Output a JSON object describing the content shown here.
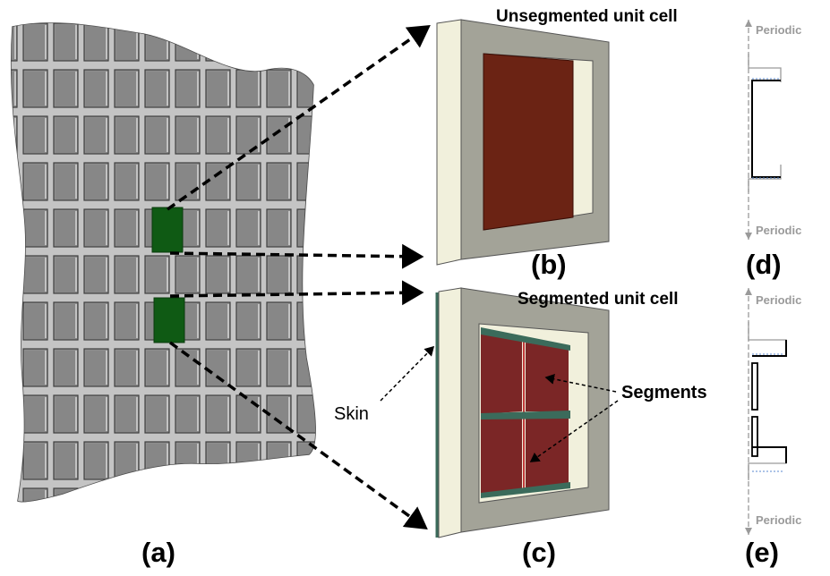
{
  "panels": {
    "a": {
      "label": "(a)"
    },
    "b": {
      "label": "(b)",
      "title": "Unsegmented unit cell"
    },
    "c": {
      "label": "(c)",
      "title": "Segmented unit cell",
      "skin_label": "Skin",
      "segments_label": "Segments"
    },
    "d": {
      "label": "(d)",
      "periodic_top": "Periodic",
      "periodic_bottom": "Periodic"
    },
    "e": {
      "label": "(e)",
      "periodic_top": "Periodic",
      "periodic_bottom": "Periodic"
    }
  },
  "colors": {
    "panel_gray": "#8c8c8c",
    "rib_light": "#b8b8b8",
    "highlight_green": "#0f5a14",
    "frame_gray": "#a3a398",
    "frame_cream": "#f1f0dc",
    "unsegmented_panel": "#6b2314",
    "segment_red": "#7b2626",
    "stiffener_green": "#3b6b5b",
    "periodic_gray": "#9a9a9a"
  }
}
